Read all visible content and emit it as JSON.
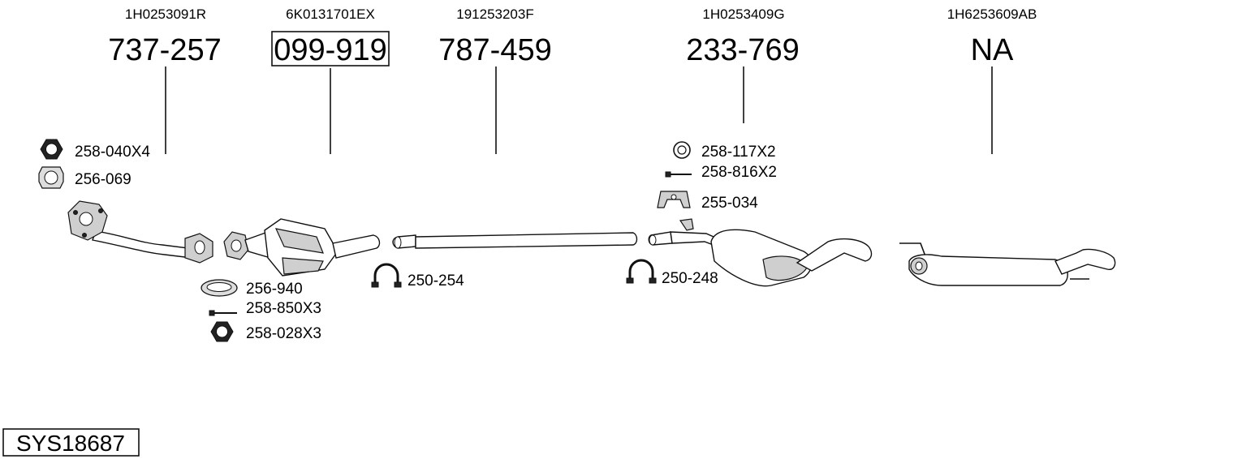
{
  "diagram": {
    "system_code": "SYS18687",
    "parts": [
      {
        "oem": "1H0253091R",
        "number": "737-257"
      },
      {
        "oem": "6K0131701EX",
        "number": "099-919"
      },
      {
        "oem": "191253203F",
        "number": "787-459"
      },
      {
        "oem": "1H0253409G",
        "number": "233-769"
      },
      {
        "oem": "1H6253609AB",
        "number": "NA"
      }
    ],
    "accessories": [
      {
        "label": "258-040X4",
        "icon": "hex-nut-icon"
      },
      {
        "label": "256-069",
        "icon": "flange-gasket-icon"
      },
      {
        "label": "256-940",
        "icon": "ring-gasket-icon"
      },
      {
        "label": "258-850X3",
        "icon": "bolt-icon"
      },
      {
        "label": "258-028X3",
        "icon": "hex-nut-icon"
      },
      {
        "label": "250-254",
        "icon": "pipe-clamp-icon"
      },
      {
        "label": "258-117X2",
        "icon": "washer-icon"
      },
      {
        "label": "258-816X2",
        "icon": "bolt-icon"
      },
      {
        "label": "255-034",
        "icon": "rubber-hanger-icon"
      },
      {
        "label": "250-248",
        "icon": "pipe-clamp-icon"
      }
    ]
  }
}
